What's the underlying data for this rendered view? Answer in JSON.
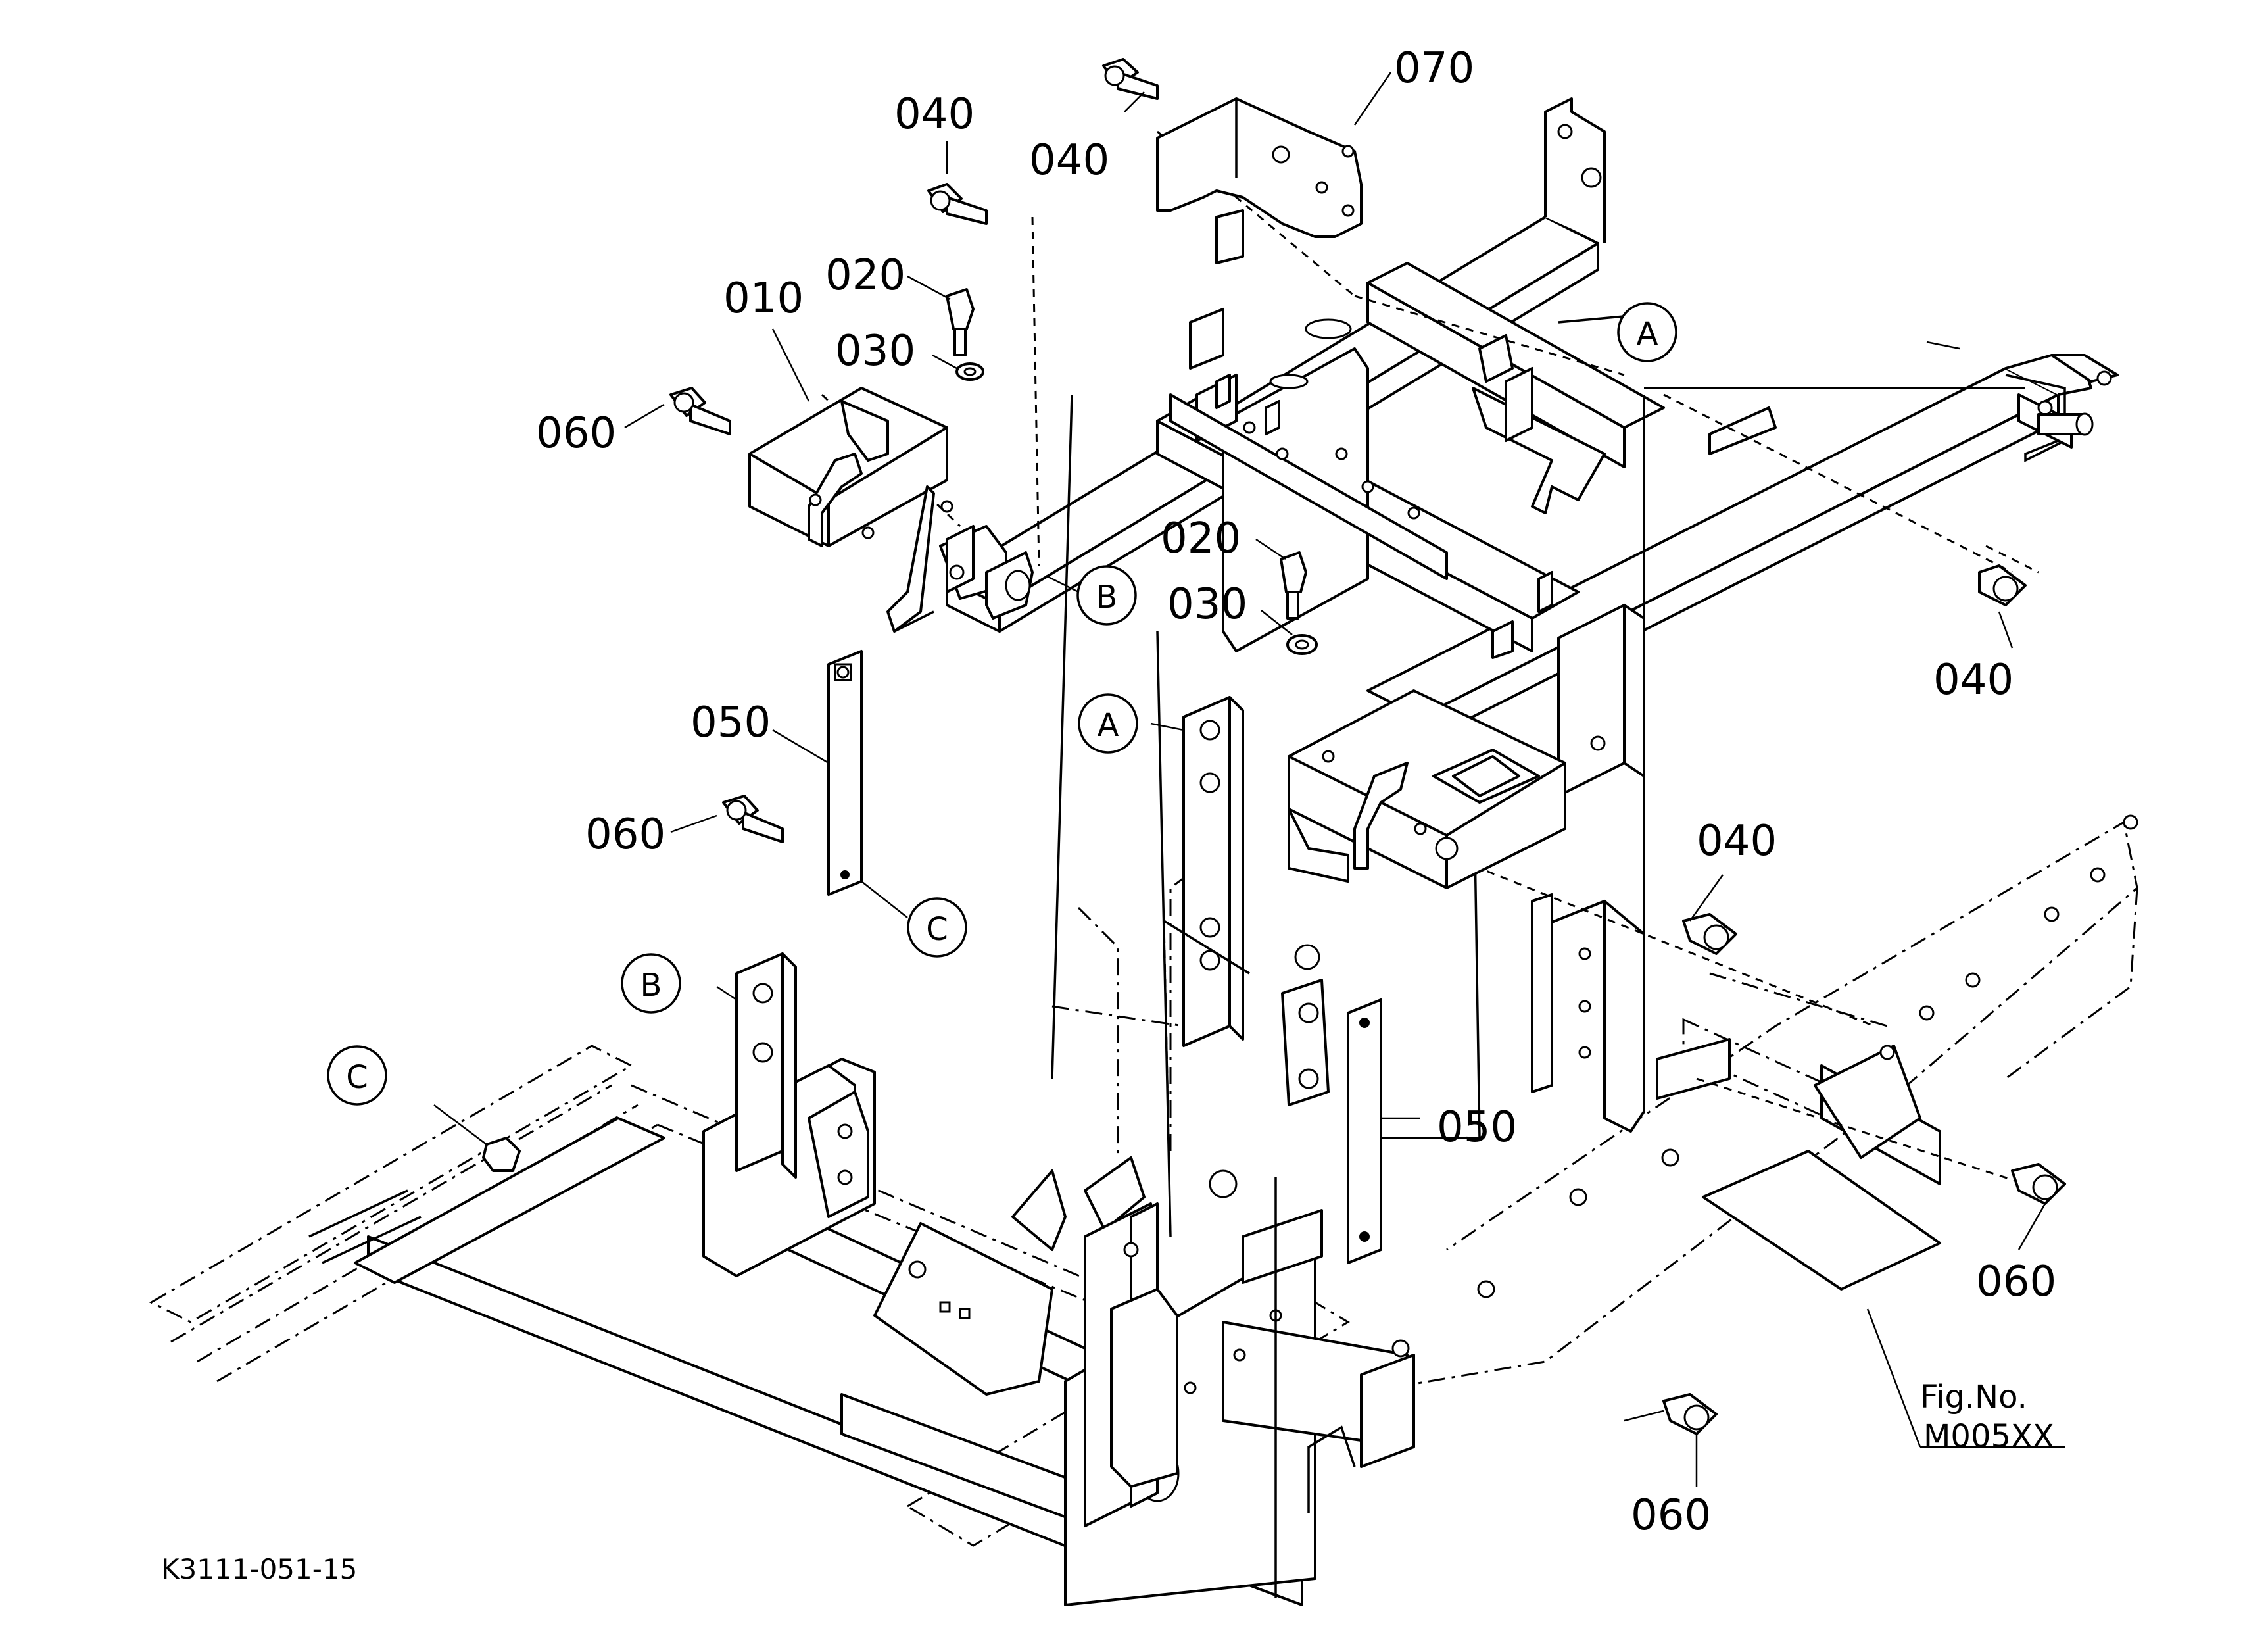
{
  "parts": {
    "p010": "010",
    "p020": "020",
    "p030": "030",
    "p040": "040",
    "p050": "050",
    "p060": "060",
    "p070": "070"
  },
  "refs": {
    "a": "A",
    "b": "B",
    "c": "C"
  },
  "figure": {
    "label": "Fig.No.",
    "code": "M005XX"
  },
  "drawing_code": "K3111-051-15"
}
